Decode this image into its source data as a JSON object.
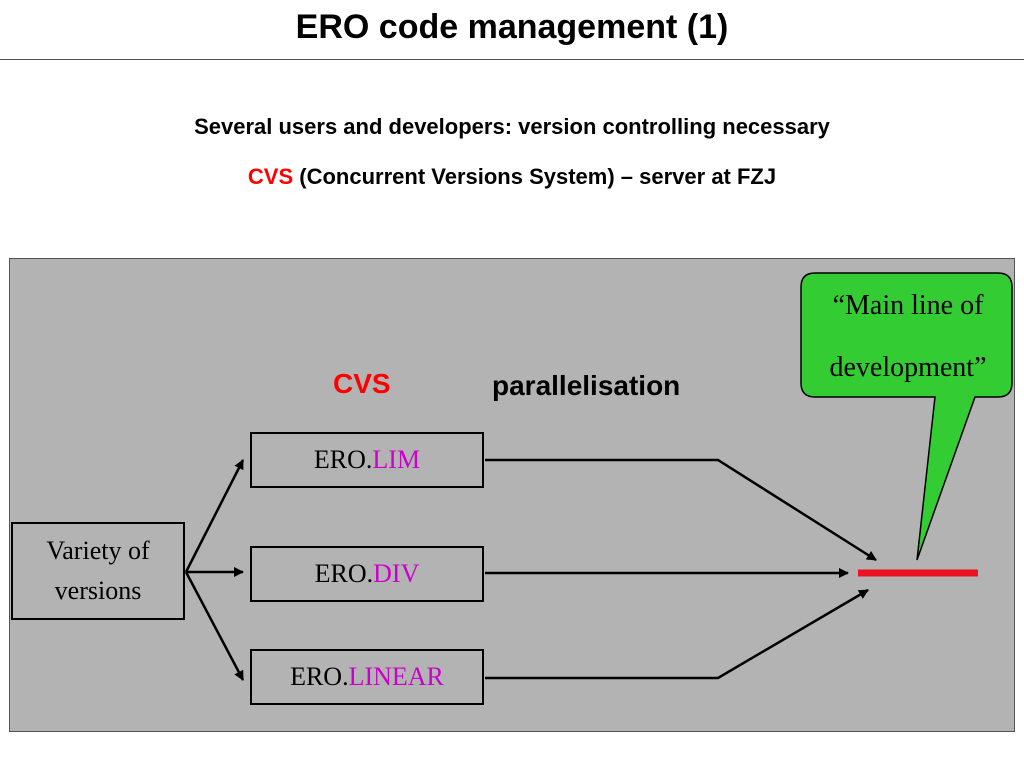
{
  "slide": {
    "title": "ERO code management (1)",
    "line1": "Several users and developers: version controlling necessary",
    "line2_highlight": "CVS",
    "line2_rest": " (Concurrent Versions System) – server at FZJ"
  },
  "diagram": {
    "cvs_label": "CVS",
    "parallelisation_label": "parallelisation",
    "source_box": {
      "line1": "Variety of",
      "line2": "versions"
    },
    "branches": [
      {
        "prefix": "ERO.",
        "suffix": "LIM"
      },
      {
        "prefix": "ERO.",
        "suffix": "DIV"
      },
      {
        "prefix": "ERO.",
        "suffix": "LINEAR"
      }
    ],
    "callout": {
      "line1": "“Main line of",
      "line2": "development”"
    },
    "colors": {
      "panel": "#b3b3b3",
      "callout_fill": "#33cc33",
      "main_line": "#ee1122",
      "highlight_red": "#ff0000",
      "suffix_magenta": "#cc00cc"
    }
  }
}
